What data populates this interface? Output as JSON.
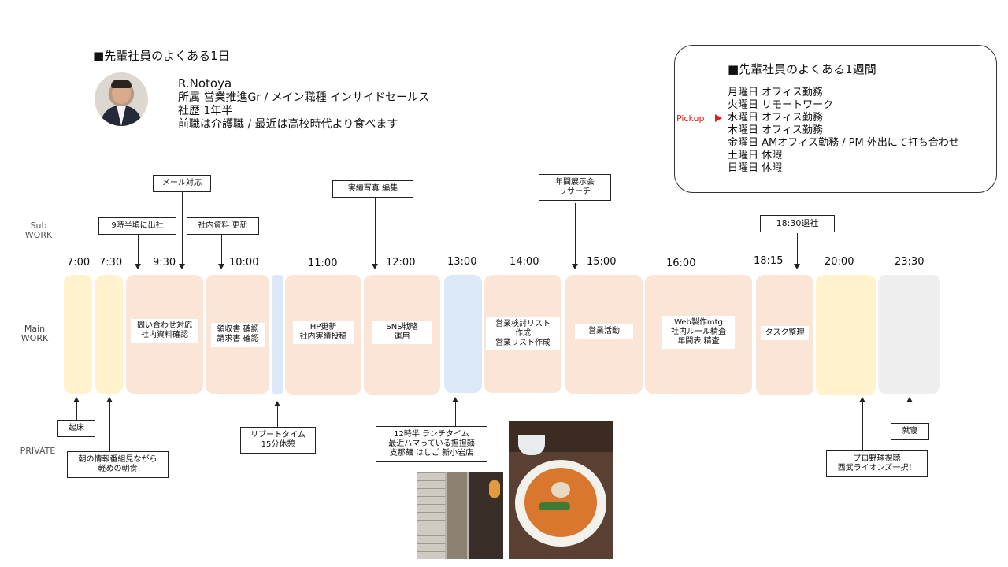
{
  "header": {
    "day_title": "■先輩社員のよくある1日",
    "profile": {
      "name": "R.Notoya",
      "affiliation": "所属 営業推進Gr / メイン職種 インサイドセールス",
      "tenure": "社歴 1年半",
      "note": "前職は介護職 / 最近は高校時代より食べます"
    }
  },
  "week": {
    "title": "■先輩社員のよくある1週間",
    "pickup_label": "Pickup",
    "days": [
      "月曜日 オフィス勤務",
      "火曜日 リモートワーク",
      "水曜日 オフィス勤務",
      "木曜日 オフィス勤務",
      "金曜日 AMオフィス勤務 / PM 外出にて打ち合わせ",
      "土曜日 休暇",
      "日曜日 休暇"
    ]
  },
  "rows": {
    "sub": "Sub WORK",
    "main": "Main WORK",
    "private": "PRIVATE"
  },
  "times": [
    "7:00",
    "7:30",
    "9:30",
    "10:00",
    "11:00",
    "12:00",
    "13:00",
    "14:00",
    "15:00",
    "16:00",
    "18:15",
    "20:00",
    "23:30"
  ],
  "blocks": {
    "b930": "問い合わせ対応\n社内資料確認",
    "b1000": "領収書 確認\n請求書 確認",
    "b1100": "HP更新\n社内実績投稿",
    "b1200": "SNS戦略\n運用",
    "b1400": "営業検討リスト\n作成\n営業リスト作成",
    "b1500": "営業活動",
    "b1600": "Web製作mtg\n社内ルール精査\n年間表 精査",
    "b1815": "タスク整理"
  },
  "sub_labels": {
    "mail": "メール対応",
    "arrive": "9時半頃に出社",
    "docs": "社内資料 更新",
    "photo_edit": "実績写真 編集",
    "expo": "年間展示会\nリサーチ",
    "leave": "18:30退社"
  },
  "private_labels": {
    "wake": "起床",
    "breakfast": "朝の情報番組見ながら\n軽めの朝食",
    "refresh": "リブートタイム\n15分休憩",
    "lunch": "12時半 ランチタイム\n最近ハマっている担担麺\n支那麺 はしご 新小岩店",
    "baseball": "プロ野球視聴\n西武ライオンズ一択！",
    "sleep": "就寝"
  },
  "colors": {
    "peach": "#fbe5d6",
    "yellow": "#fff2cc",
    "blue": "#dae8f7",
    "gray": "#eeeeee",
    "pickup": "#e41b1b"
  }
}
